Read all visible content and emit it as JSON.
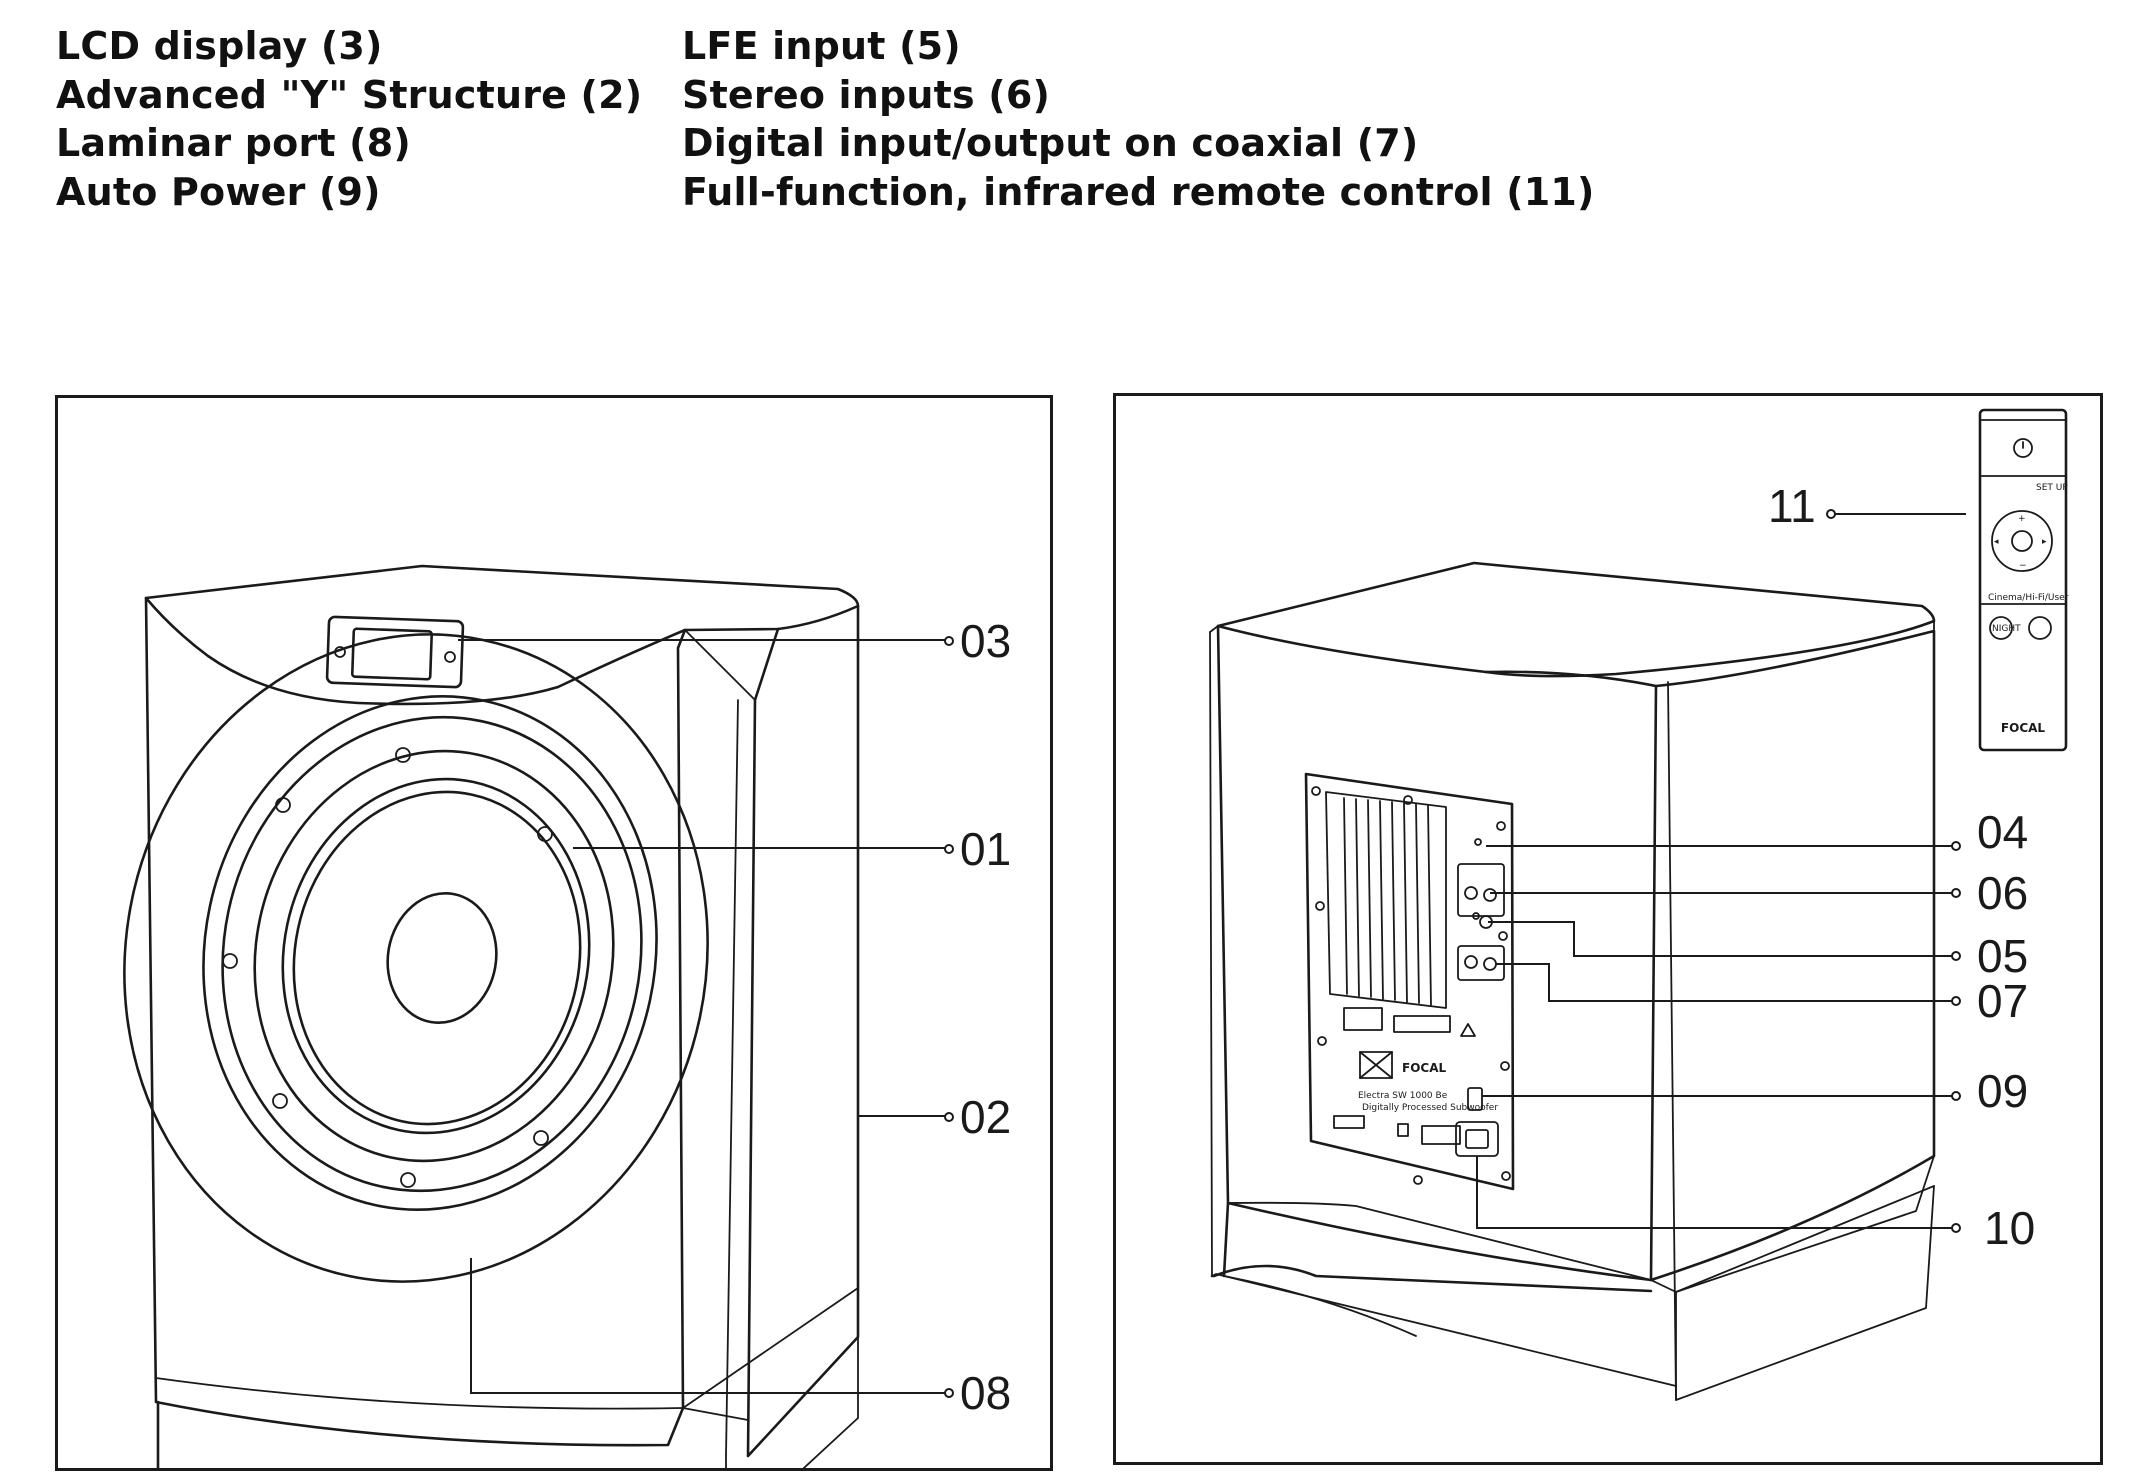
{
  "features": {
    "left": [
      "LCD display (3)",
      "Advanced \"Y\" Structure (2)",
      "Laminar port (8)",
      "Auto Power (9)"
    ],
    "right": [
      "LFE input (5)",
      "Stereo inputs (6)",
      "Digital input/output on coaxial (7)",
      "Full-function, infrared remote control (11)"
    ]
  },
  "front_view": {
    "callouts": [
      "03",
      "01",
      "02",
      "08"
    ]
  },
  "rear_view": {
    "callouts": [
      "11",
      "04",
      "06",
      "05",
      "07",
      "09",
      "10"
    ],
    "remote": {
      "setup_label": "SET UP",
      "mode_label": "Cinema/Hi-Fi/User",
      "night_label": "NIGHT",
      "brand": "FOCAL"
    },
    "panel": {
      "brand": "FOCAL",
      "model": "Electra SW 1000 Be",
      "subtitle": "Digitally Processed Subwoofer"
    }
  },
  "colors": {
    "ink": "#1a1a1a",
    "background": "#ffffff"
  }
}
